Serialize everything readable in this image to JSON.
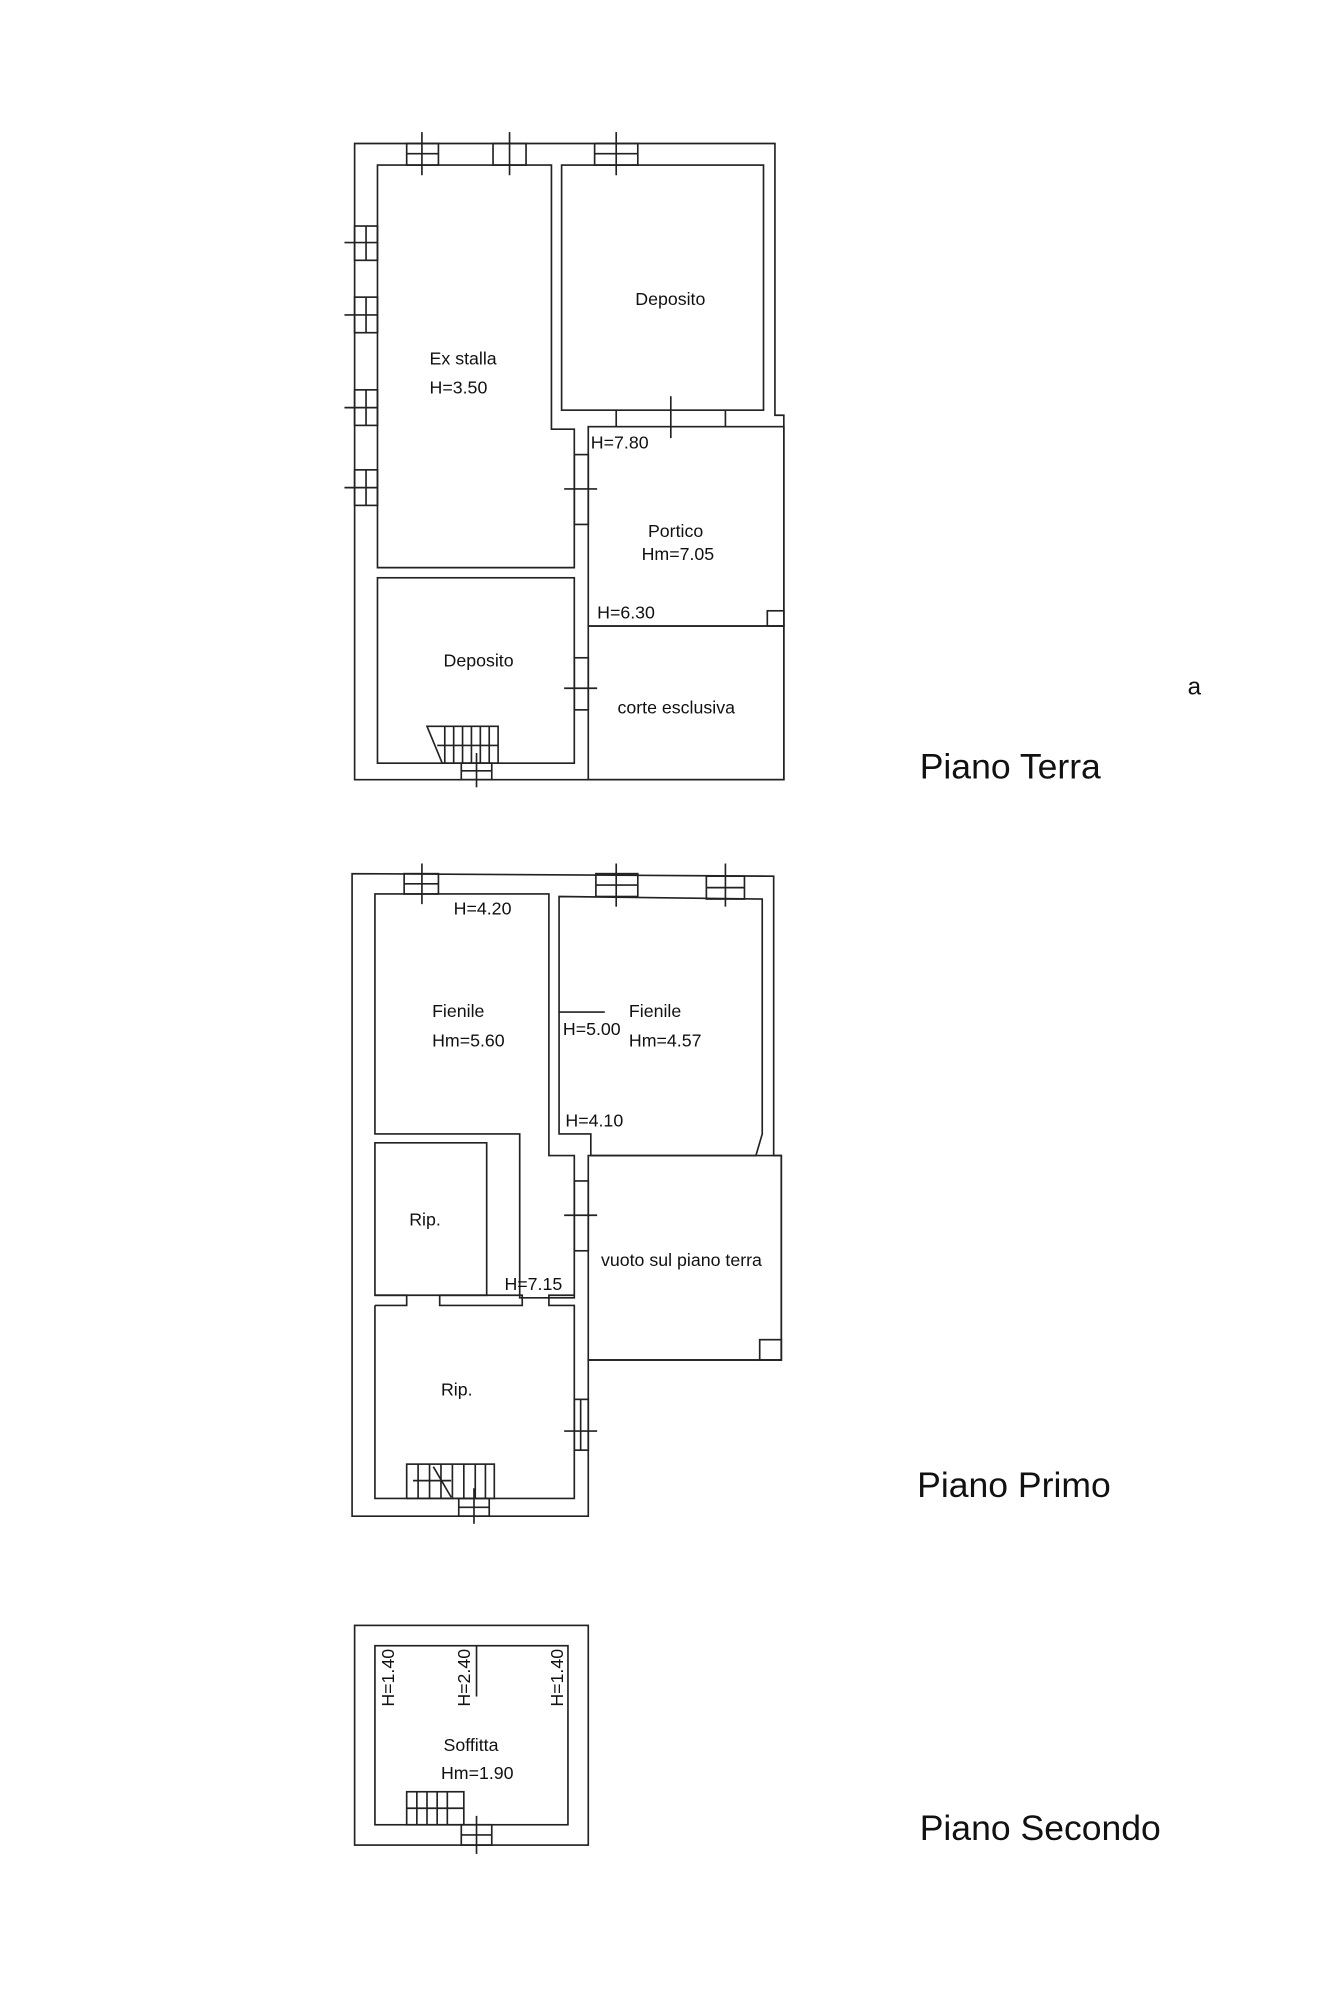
{
  "ground_floor": {
    "title": "Piano Terra",
    "marker": "a",
    "rooms": {
      "ex_stalla": "Ex stalla",
      "ex_stalla_h": "H=3.50",
      "deposito_top": "Deposito",
      "h_780": "H=7.80",
      "portico": "Portico",
      "portico_h": "Hm=7.05",
      "h_630": "H=6.30",
      "deposito_bottom": "Deposito",
      "corte": "corte esclusiva"
    }
  },
  "first_floor": {
    "title": "Piano Primo",
    "rooms": {
      "h_420": "H=4.20",
      "fienile_left": "Fienile",
      "fienile_left_h": "Hm=5.60",
      "h_500": "H=5.00",
      "fienile_right": "Fienile",
      "fienile_right_h": "Hm=4.57",
      "h_410": "H=4.10",
      "rip_top": "Rip.",
      "vuoto": "vuoto sul piano terra",
      "h_715": "H=7.15",
      "rip_bottom": "Rip."
    }
  },
  "second_floor": {
    "title": "Piano Secondo",
    "rooms": {
      "h_left": "H=1.40",
      "h_mid": "H=2.40",
      "h_right": "H=1.40",
      "soffitta": "Soffitta",
      "soffitta_h": "Hm=1.90"
    }
  }
}
